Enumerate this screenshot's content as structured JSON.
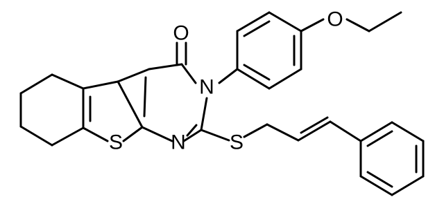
{
  "molecule": {
    "atom_labels": {
      "oxygen_carbonyl": "O",
      "oxygen_ether": "O",
      "nitrogen_3": "N",
      "nitrogen_1": "N",
      "sulfur_ring": "S",
      "sulfur_thioether": "S"
    },
    "colors": {
      "bonds": "#000000",
      "labels": "#000000",
      "background": "#ffffff"
    }
  }
}
